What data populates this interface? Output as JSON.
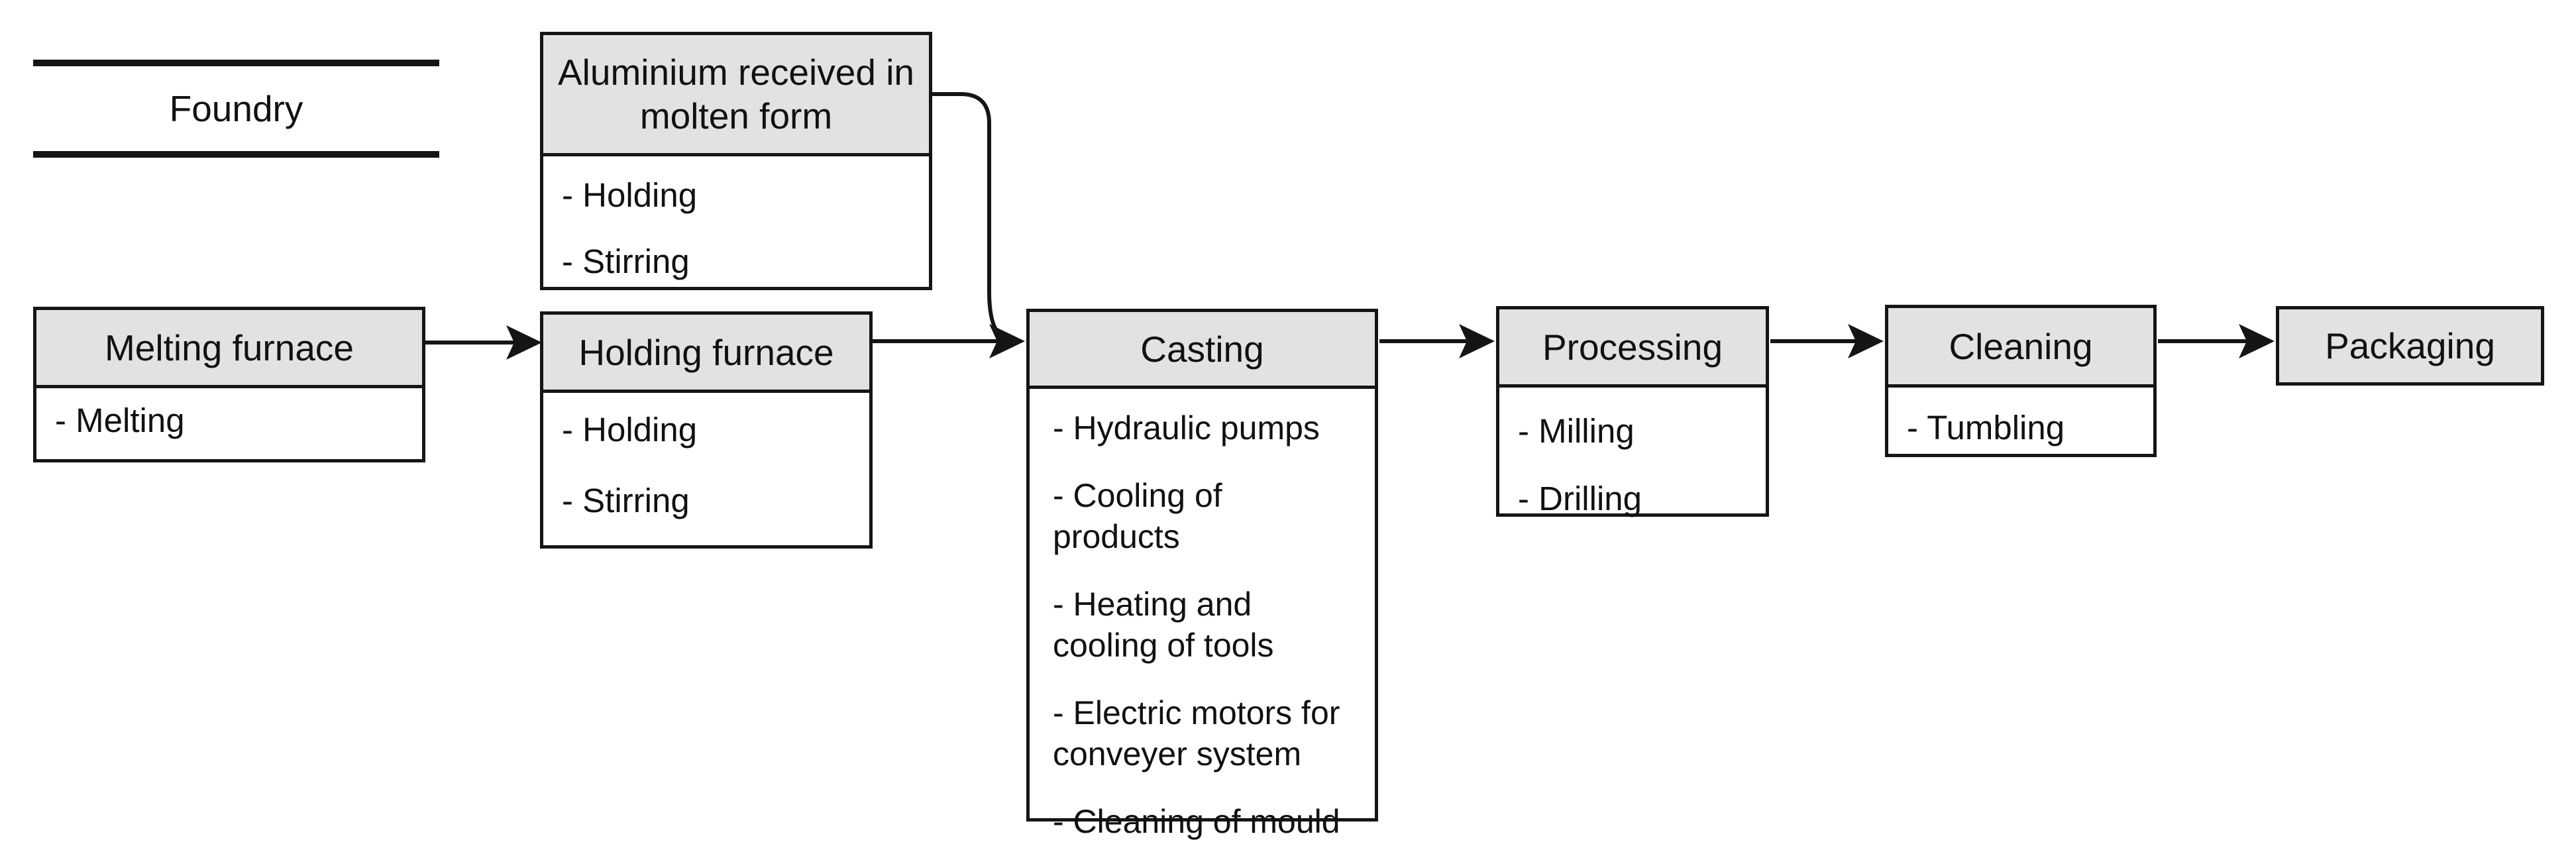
{
  "diagram": {
    "label": {
      "title": "Foundry"
    },
    "colors": {
      "header_fill": "#e2e2e2",
      "border_color": "#151515",
      "line_color": "#151515",
      "body_fill": "#ffffff",
      "page_bg": "#ffffff"
    },
    "nodes": {
      "aluminium_received": {
        "title": "Aluminium received in molten form",
        "items": [
          "- Holding",
          "- Stirring"
        ]
      },
      "melting_furnace": {
        "title": "Melting furnace",
        "items": [
          "- Melting"
        ]
      },
      "holding_furnace": {
        "title": "Holding furnace",
        "items": [
          "- Holding",
          "- Stirring"
        ]
      },
      "casting": {
        "title": "Casting",
        "items": [
          "- Hydraulic pumps",
          "- Cooling of products",
          "- Heating and cooling of tools",
          "- Electric motors for conveyer system",
          "- Cleaning of mould"
        ]
      },
      "processing": {
        "title": "Processing",
        "items": [
          "- Milling",
          "- Drilling"
        ]
      },
      "cleaning": {
        "title": "Cleaning",
        "items": [
          "- Tumbling"
        ]
      },
      "packaging": {
        "title": "Packaging",
        "items": []
      }
    },
    "connections": [
      {
        "from": "melting_furnace",
        "to": "holding_furnace"
      },
      {
        "from": "aluminium_received",
        "to": "casting"
      },
      {
        "from": "holding_furnace",
        "to": "casting"
      },
      {
        "from": "casting",
        "to": "processing"
      },
      {
        "from": "processing",
        "to": "cleaning"
      },
      {
        "from": "cleaning",
        "to": "packaging"
      }
    ]
  }
}
